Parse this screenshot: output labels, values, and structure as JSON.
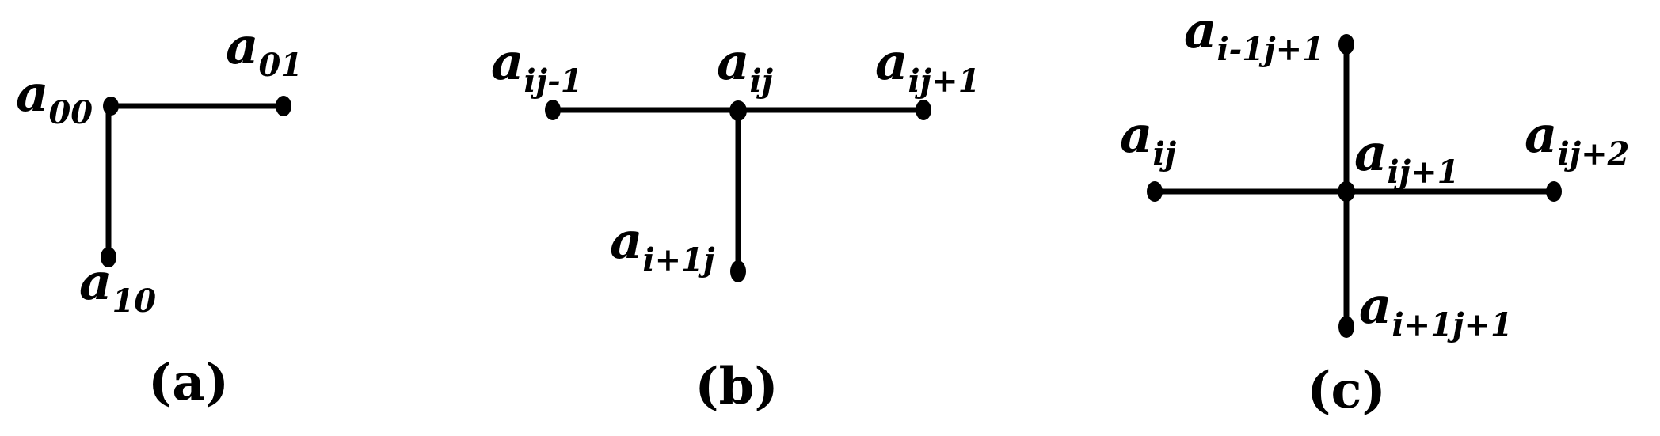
{
  "panels": [
    {
      "id": "a",
      "caption": "(a)",
      "labels": {
        "a00": {
          "base": "a",
          "sub": "00"
        },
        "a01": {
          "base": "a",
          "sub": "01"
        },
        "a10": {
          "base": "a",
          "sub": "10"
        }
      }
    },
    {
      "id": "b",
      "caption": "(b)",
      "labels": {
        "left": {
          "base": "a",
          "sub": "ij-1"
        },
        "center": {
          "base": "a",
          "sub": "ij"
        },
        "right": {
          "base": "a",
          "sub": "ij+1"
        },
        "bottom": {
          "base": "a",
          "sub": "i+1j"
        }
      }
    },
    {
      "id": "c",
      "caption": "(c)",
      "labels": {
        "top": {
          "base": "a",
          "sub": "i-1j+1"
        },
        "left": {
          "base": "a",
          "sub": "ij"
        },
        "center": {
          "base": "a",
          "sub": "ij+1"
        },
        "right": {
          "base": "a",
          "sub": "ij+2"
        },
        "bottom": {
          "base": "a",
          "sub": "i+1j+1"
        }
      }
    }
  ]
}
